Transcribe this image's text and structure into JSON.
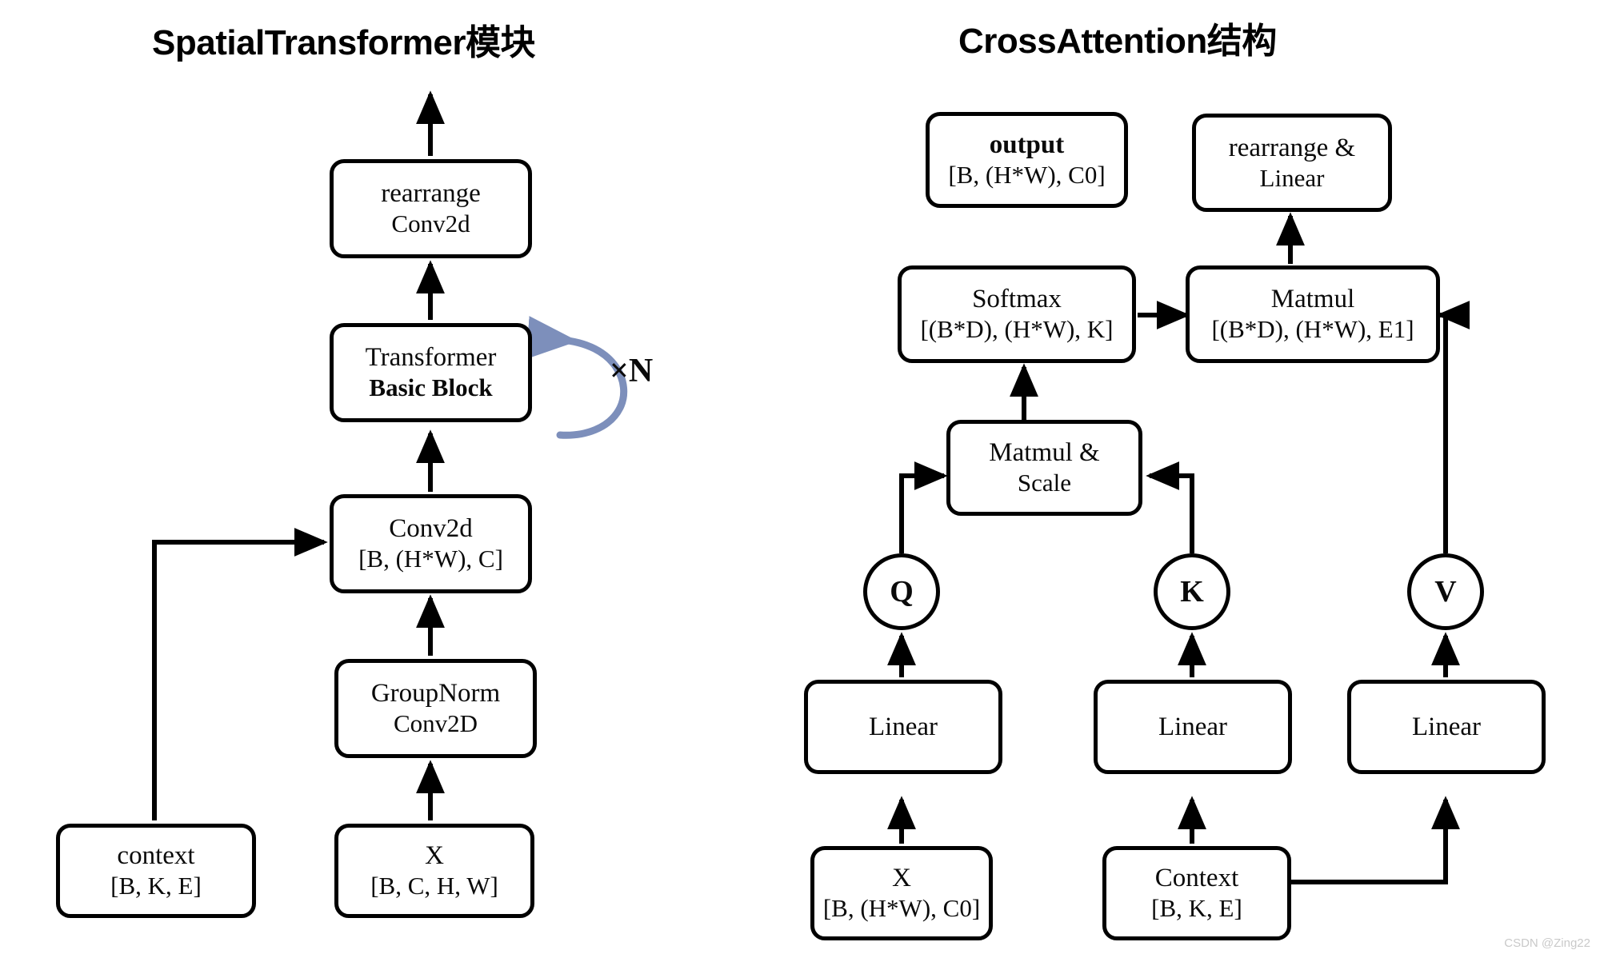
{
  "titles": {
    "left": "SpatialTransformer模块",
    "right": "CrossAttention结构"
  },
  "left_diagram": {
    "nodes": [
      {
        "id": "rearrange",
        "line1": "rearrange",
        "line2": "Conv2d"
      },
      {
        "id": "transformer",
        "line1": "Transformer",
        "line2": "Basic Block"
      },
      {
        "id": "conv2d",
        "line1": "Conv2d",
        "line2": "[B, (H*W), C]"
      },
      {
        "id": "groupnorm",
        "line1": "GroupNorm",
        "line2": "Conv2D"
      },
      {
        "id": "context",
        "line1": "context",
        "line2": "[B, K, E]"
      },
      {
        "id": "x",
        "line1": "X",
        "line2": "[B, C, H, W]"
      }
    ],
    "loop_label": "×N"
  },
  "right_diagram": {
    "nodes": [
      {
        "id": "output",
        "line1": "output",
        "line2": "[B, (H*W), C0]"
      },
      {
        "id": "rearrange_lin",
        "line1": "rearrange &",
        "line2": "Linear"
      },
      {
        "id": "softmax",
        "line1": "Softmax",
        "line2": "[(B*D), (H*W), K]"
      },
      {
        "id": "matmul",
        "line1": "Matmul",
        "line2": "[(B*D), (H*W), E1]"
      },
      {
        "id": "matmul_scale",
        "line1": "Matmul &",
        "line2": "Scale"
      },
      {
        "id": "linear_q",
        "line1": "Linear",
        "line2": ""
      },
      {
        "id": "linear_k",
        "line1": "Linear",
        "line2": ""
      },
      {
        "id": "linear_v",
        "line1": "Linear",
        "line2": ""
      },
      {
        "id": "x_in",
        "line1": "X",
        "line2": "[B, (H*W), C0]"
      },
      {
        "id": "context_in",
        "line1": "Context",
        "line2": "[B, K, E]"
      }
    ],
    "circles": [
      {
        "id": "q",
        "label": "Q"
      },
      {
        "id": "k",
        "label": "K"
      },
      {
        "id": "v",
        "label": "V"
      }
    ]
  },
  "watermark": "CSDN @Zing22",
  "colors": {
    "stroke": "#000000",
    "loop_arrow": "#6b7fad",
    "background": "#ffffff",
    "watermark": "#c9c9c9"
  }
}
